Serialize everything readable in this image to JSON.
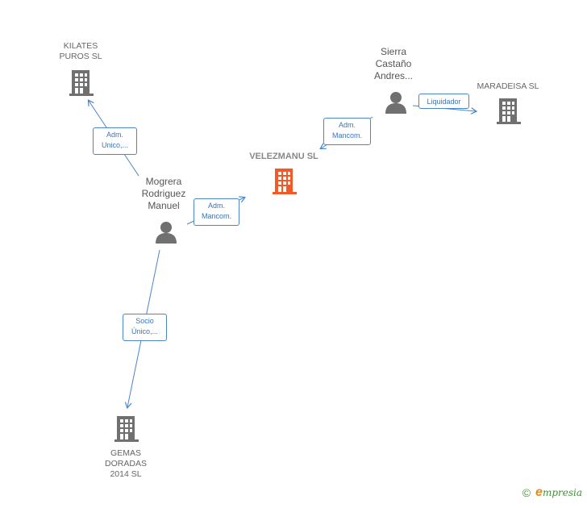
{
  "nodes": {
    "kilates": {
      "label": "KILATES\nPUROS SL",
      "type": "company"
    },
    "velezmanu": {
      "label": "VELEZMANU SL",
      "type": "company-center"
    },
    "maradeisa": {
      "label": "MARADEISA SL",
      "type": "company"
    },
    "gemas": {
      "label": "GEMAS\nDORADAS\n2014 SL",
      "type": "company"
    },
    "sierra": {
      "label": "Sierra\nCastaño\nAndres...",
      "type": "person"
    },
    "mogrera": {
      "label": "Mogrera\nRodriguez\nManuel",
      "type": "person"
    }
  },
  "edges": {
    "mogrera_kilates": "Adm.\nUnico,...",
    "mogrera_velezmanu": "Adm.\nMancom.",
    "sierra_velezmanu": "Adm.\nMancom.",
    "sierra_maradeisa": "Liquidador",
    "mogrera_gemas": "Socio\nÚnico,..."
  },
  "colors": {
    "company": "#707070",
    "center": "#f05a28",
    "person": "#707070",
    "edge": "#4a86c8"
  },
  "footer": {
    "copyright": "©",
    "brand_first": "e",
    "brand_rest": "mpresia"
  }
}
